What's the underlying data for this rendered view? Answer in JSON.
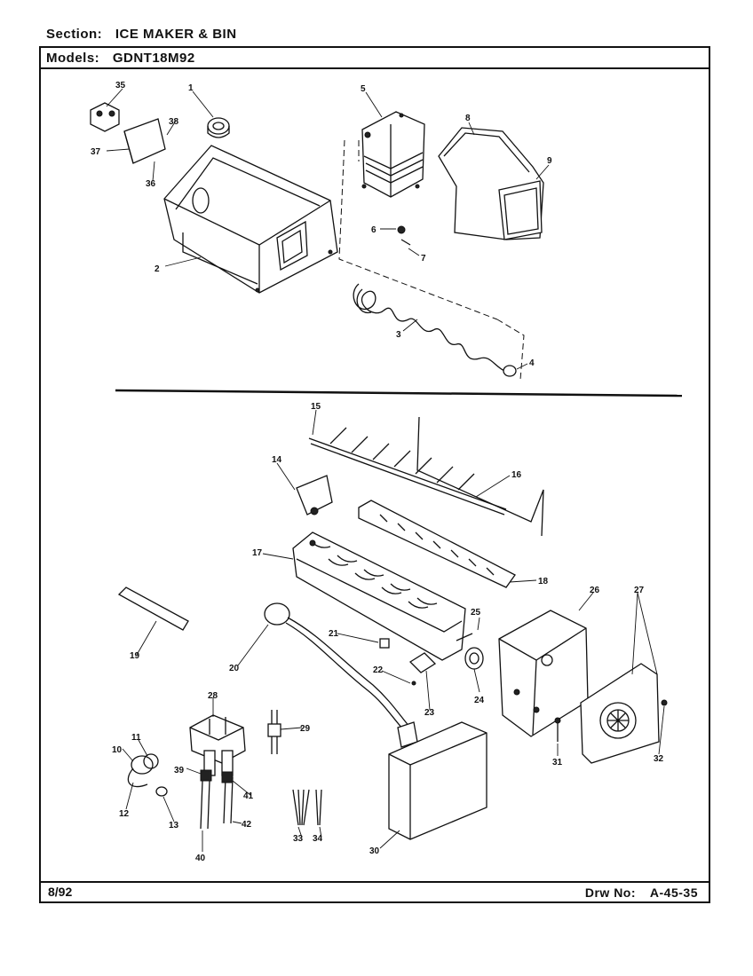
{
  "header": {
    "section_label": "Section:",
    "section_value": "ICE MAKER & BIN",
    "models_label": "Models:",
    "models_value": "GDNT18M92"
  },
  "footer": {
    "date": "8/92",
    "drawing_label": "Drw No:",
    "drawing_number": "A-45-35"
  },
  "part_numbers": [
    "1",
    "2",
    "3",
    "4",
    "5",
    "6",
    "7",
    "8",
    "9",
    "10",
    "11",
    "12",
    "13",
    "14",
    "15",
    "16",
    "17",
    "18",
    "19",
    "20",
    "21",
    "22",
    "23",
    "24",
    "25",
    "26",
    "27",
    "28",
    "29",
    "30",
    "31",
    "32",
    "33",
    "34",
    "35",
    "36",
    "37",
    "38",
    "39",
    "40",
    "41",
    "42"
  ]
}
